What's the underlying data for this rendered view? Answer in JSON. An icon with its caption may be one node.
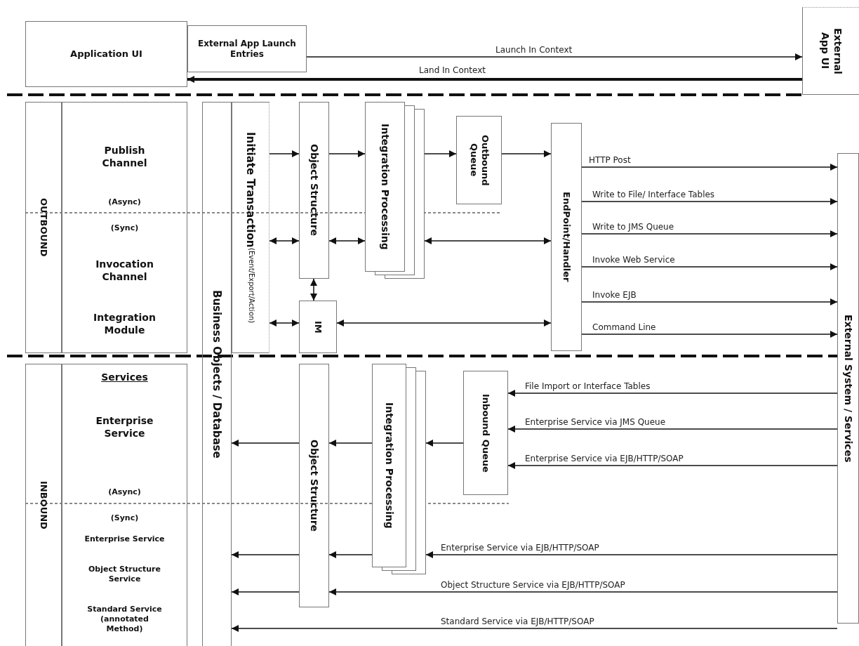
{
  "diagram": {
    "nodes": [
      {
        "text": [
          "Application UI"
        ]
      },
      {
        "text": [
          "External App Launch Entries"
        ]
      },
      {
        "text": [
          "External App UI"
        ]
      },
      {
        "text": [
          "OUTBOUND"
        ]
      },
      {
        "text": [
          "Publish Channel",
          "(Async)",
          "(Sync)",
          "Invocation Channel",
          "Integration Module"
        ]
      },
      {
        "text": [
          "Business Objects / Database"
        ]
      },
      {
        "text": [
          "Initiate Transaction",
          "(Event/Export/Action)"
        ]
      },
      {
        "text": [
          "Object Structure"
        ]
      },
      {
        "text": [
          "Integration Processing"
        ]
      },
      {
        "text": [
          "Outbound Queue"
        ]
      },
      {
        "text": [
          "EndPoint/Handler"
        ]
      },
      {
        "text": [
          "IM"
        ]
      },
      {
        "text": [
          "External System / Services"
        ]
      },
      {
        "text": [
          "INBOUND"
        ]
      },
      {
        "text": [
          "Services",
          "Enterprise Service",
          "(Async)",
          "(Sync)",
          "Enterprise Service",
          "Object Structure Service",
          "Standard Service (annotated Method)"
        ]
      },
      {
        "text": [
          "Object Structure"
        ]
      },
      {
        "text": [
          "Integration Processing"
        ]
      },
      {
        "text": [
          "Inbound Queue"
        ]
      }
    ],
    "edges": [
      {
        "from": 1,
        "to": 2,
        "arrow": "to",
        "label": "Launch In Context"
      },
      {
        "from": 2,
        "to": 0,
        "arrow": "to",
        "label": "Land In Context",
        "style": "thick"
      },
      {
        "from": 6,
        "to": 7,
        "arrow": "to"
      },
      {
        "from": 7,
        "to": 8,
        "arrow": "to"
      },
      {
        "from": 8,
        "to": 9,
        "arrow": "to"
      },
      {
        "from": 9,
        "to": 10,
        "arrow": "to"
      },
      {
        "from": 6,
        "to": 7,
        "arrow": "both"
      },
      {
        "from": 7,
        "to": 8,
        "arrow": "both"
      },
      {
        "from": 8,
        "to": 10,
        "arrow": "both"
      },
      {
        "from": 7,
        "to": 11,
        "arrow": "both"
      },
      {
        "from": 6,
        "to": 11,
        "arrow": "both"
      },
      {
        "from": 11,
        "to": 10,
        "arrow": "both"
      },
      {
        "from": 10,
        "to": 12,
        "arrow": "to",
        "label": "HTTP Post"
      },
      {
        "from": 10,
        "to": 12,
        "arrow": "to",
        "label": "Write to File/ Interface Tables"
      },
      {
        "from": 10,
        "to": 12,
        "arrow": "to",
        "label": "Write to JMS Queue"
      },
      {
        "from": 10,
        "to": 12,
        "arrow": "to",
        "label": "Invoke Web Service"
      },
      {
        "from": 10,
        "to": 12,
        "arrow": "to",
        "label": "Invoke EJB"
      },
      {
        "from": 10,
        "to": 12,
        "arrow": "to",
        "label": "Command Line"
      },
      {
        "from": 12,
        "to": 17,
        "arrow": "to",
        "label": "File Import or Interface Tables"
      },
      {
        "from": 12,
        "to": 17,
        "arrow": "to",
        "label": "Enterprise Service via JMS Queue"
      },
      {
        "from": 12,
        "to": 17,
        "arrow": "to",
        "label": "Enterprise Service via EJB/HTTP/SOAP"
      },
      {
        "from": 17,
        "to": 16,
        "arrow": "to"
      },
      {
        "from": 16,
        "to": 15,
        "arrow": "to"
      },
      {
        "from": 15,
        "to": 5,
        "arrow": "to"
      },
      {
        "from": 12,
        "to": 16,
        "arrow": "to",
        "label": "Enterprise Service via EJB/HTTP/SOAP"
      },
      {
        "from": 16,
        "to": 15,
        "arrow": "to"
      },
      {
        "from": 15,
        "to": 5,
        "arrow": "to"
      },
      {
        "from": 12,
        "to": 15,
        "arrow": "to",
        "label": "Object Structure Service via EJB/HTTP/SOAP"
      },
      {
        "from": 15,
        "to": 5,
        "arrow": "to"
      },
      {
        "from": 12,
        "to": 5,
        "arrow": "to",
        "label": "Standard Service via EJB/HTTP/SOAP"
      }
    ]
  }
}
